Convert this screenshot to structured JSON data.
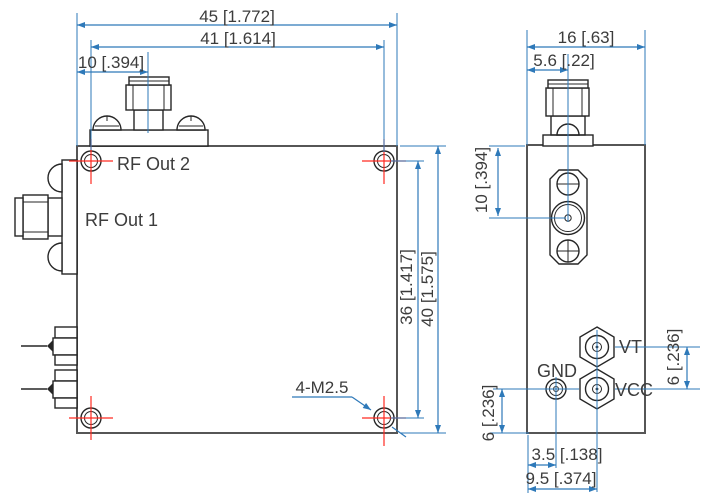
{
  "front_view": {
    "labels": {
      "rf_out_2": "RF Out 2",
      "rf_out_1": "RF Out 1",
      "mounting_holes": "4-M2.5"
    },
    "dimensions": {
      "overall_width": "45 [1.772]",
      "mount_hole_span_x": "41 [1.614]",
      "top_connector_offset_x": "10 [.394]",
      "mount_hole_span_y": "36 [1.417]",
      "overall_height": "40 [1.575]"
    }
  },
  "side_view": {
    "labels": {
      "gnd": "GND",
      "vt": "VT",
      "vcc": "VCC"
    },
    "dimensions": {
      "overall_depth": "16 [.63]",
      "top_connector_offset": "5.6 [.22]",
      "front_connector_offset_y": "10 [.394]",
      "vt_vcc_spacing": "6 [.236]",
      "vcc_bottom_offset": "6 [.236]",
      "gnd_offset_x": "3.5 [.138]",
      "vcc_offset_x": "9.5 [.374]"
    }
  },
  "colors": {
    "dimension_line": "#2E79B9",
    "center_mark": "#FF2A21",
    "outline": "#565656",
    "detail": "#262626",
    "text": "#3C3C3C",
    "background": "#FFFFFF"
  }
}
